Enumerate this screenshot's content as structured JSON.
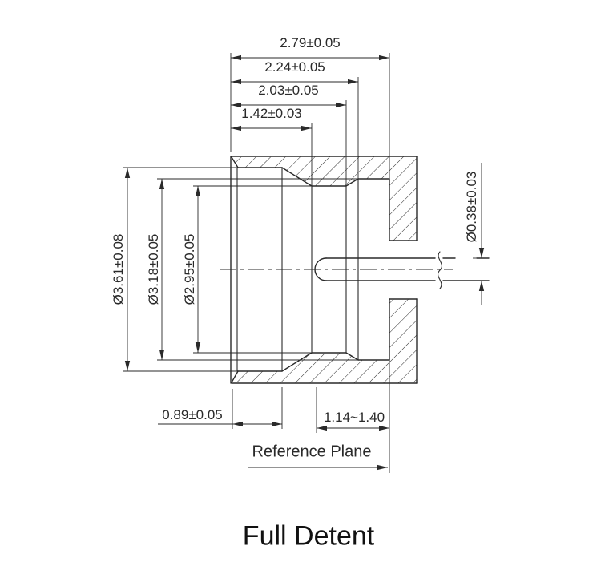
{
  "title": "Full Detent",
  "dimensions": {
    "top": [
      {
        "id": "overall-depth",
        "label": "2.79±0.05"
      },
      {
        "id": "step-depth-2",
        "label": "2.24±0.05"
      },
      {
        "id": "step-depth-1",
        "label": "2.03±0.05"
      },
      {
        "id": "bore-depth",
        "label": "1.42±0.03"
      }
    ],
    "left": [
      {
        "id": "outer-bore-dia",
        "label": "Ø3.61±0.08"
      },
      {
        "id": "mid-bore-dia",
        "label": "Ø3.18±0.05"
      },
      {
        "id": "inner-bore-dia",
        "label": "Ø2.95±0.05"
      }
    ],
    "right": [
      {
        "id": "pin-dia",
        "label": "Ø0.38±0.03"
      }
    ],
    "bottom": [
      {
        "id": "counterbore-depth",
        "label": "0.89±0.05"
      },
      {
        "id": "pin-setback",
        "label": "1.14~1.40"
      }
    ],
    "reference_plane_label": "Reference Plane"
  },
  "colors": {
    "line": "#2a2a2a",
    "background": "#ffffff"
  }
}
